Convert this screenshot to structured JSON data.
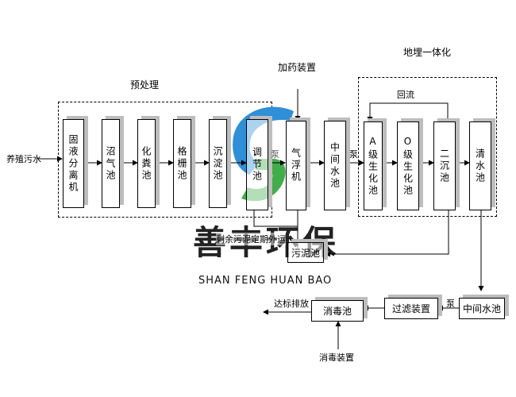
{
  "groups": {
    "pretreatment": "预处理",
    "integrated": "地埋一体化"
  },
  "nodes": {
    "solid_liquid_separator": "固液分离机",
    "biogas_tank": "沼气池",
    "septic_tank": "化粪池",
    "grid_tank": "格栅池",
    "settling_tank": "沉淀池",
    "regulating_tank": "调节池",
    "air_flotation": "气浮机",
    "middle_water_tank_1": "中间水池",
    "a_tank": "A级生化池",
    "o_tank": "O级生化池",
    "secondary_settling": "二沉池",
    "clear_water_tank": "清水池",
    "sludge_tank": "污泥池",
    "middle_water_tank_2": "中间水池",
    "filter_device": "过滤装置",
    "disinfection_tank": "消毒池"
  },
  "labels": {
    "inlet": "养殖污水",
    "dosing_device": "加药装置",
    "pump_1": "泵",
    "pump_2": "泵",
    "pump_3": "泵",
    "reflux": "回流",
    "sludge_out": "剩余污泥定期外运",
    "discharge": "达标排放",
    "disinfect_device": "消毒装置"
  },
  "watermark": {
    "title": "善丰环保",
    "subtitle": "SHAN FENG HUAN BAO",
    "colors": {
      "blue": "#2f8fd8",
      "green": "#3fae49"
    }
  }
}
